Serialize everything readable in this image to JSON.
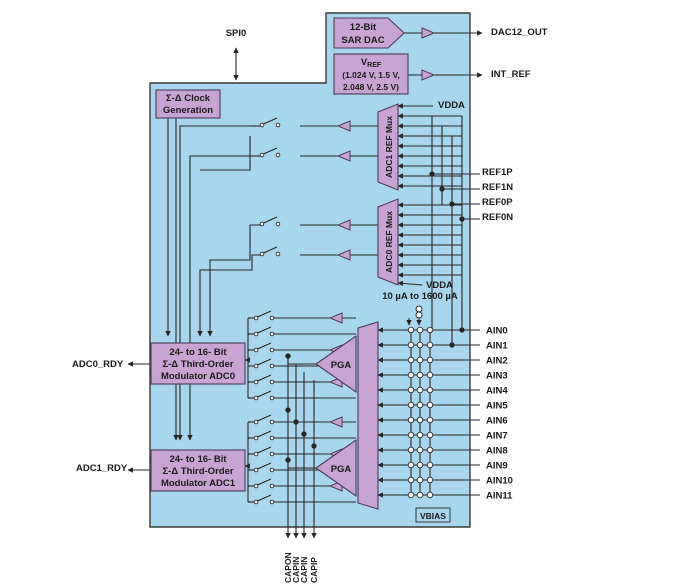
{
  "colors": {
    "chip": "#a8d6ef",
    "chip_stroke": "#3a3a3a",
    "block": "#c8a3d3",
    "block_stroke": "#4a3a55",
    "line": "#262626",
    "node": "#ffffff"
  },
  "labels": {
    "spi": "SPI0",
    "dac_out": "DAC12_OUT",
    "int_ref": "INT_REF",
    "vdda_top": "VDDA",
    "vdda_bottom": "VDDA",
    "current_range": "10 µA to 1600 µA",
    "ref1p": "REF1P",
    "ref1n": "REF1N",
    "ref0p": "REF0P",
    "ref0n": "REF0N",
    "adc0_rdy": "ADC0_RDY",
    "adc1_rdy": "ADC1_RDY",
    "vbias": "VBIAS"
  },
  "blocks": {
    "dac_line1": "12-Bit",
    "dac_line2": "SAR DAC",
    "vref_main": "V",
    "vref_sub": "REF",
    "vref_line2": "(1.024 V, 1.5 V,",
    "vref_line3": "2.048 V, 2.5 V)",
    "clock_line1": "Σ-Δ Clock",
    "clock_line2": "Generation",
    "adc1_mux": "ADC1 REF Mux",
    "adc0_mux": "ADC0 REF Mux",
    "adc0_line1": "24- to 16- Bit",
    "adc0_line2": "Σ-Δ Third-Order",
    "adc0_line3": "Modulator ADC0",
    "adc1_line1": "24- to 16- Bit",
    "adc1_line2": "Σ-Δ Third-Order",
    "adc1_line3": "Modulator ADC1",
    "pga0": "PGA",
    "pga1": "PGA"
  },
  "ain_pins": [
    "AIN0",
    "AIN1",
    "AIN2",
    "AIN3",
    "AIN4",
    "AIN5",
    "AIN6",
    "AIN7",
    "AIN8",
    "AIN9",
    "AIN10",
    "AIN11"
  ],
  "cap_pins": [
    "CAPON",
    "CAPIN",
    "CAPIN",
    "CAPIP"
  ]
}
